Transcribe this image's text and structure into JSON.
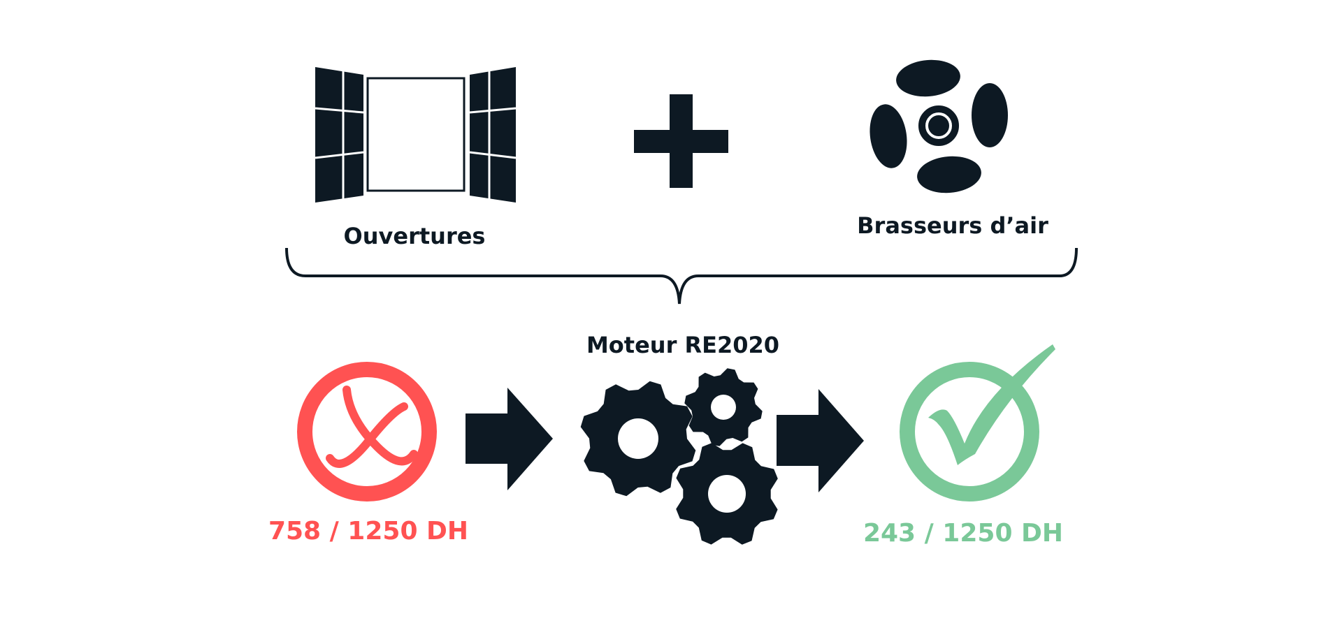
{
  "colors": {
    "dark": "#0d1923",
    "bad": "#ff5252",
    "good": "#7ac898"
  },
  "inputs": [
    {
      "label": "Ouvertures",
      "icon": "window-icon"
    },
    {
      "label": "Brasseurs d’air",
      "icon": "fan-icon"
    }
  ],
  "operator": "plus-icon",
  "engine": {
    "label": "Moteur RE2020",
    "icon": "gears-icon"
  },
  "before": {
    "value": "758 / 1250 DH",
    "icon": "cross-circle-icon"
  },
  "after": {
    "value": "243 / 1250 DH",
    "icon": "check-circle-icon"
  }
}
